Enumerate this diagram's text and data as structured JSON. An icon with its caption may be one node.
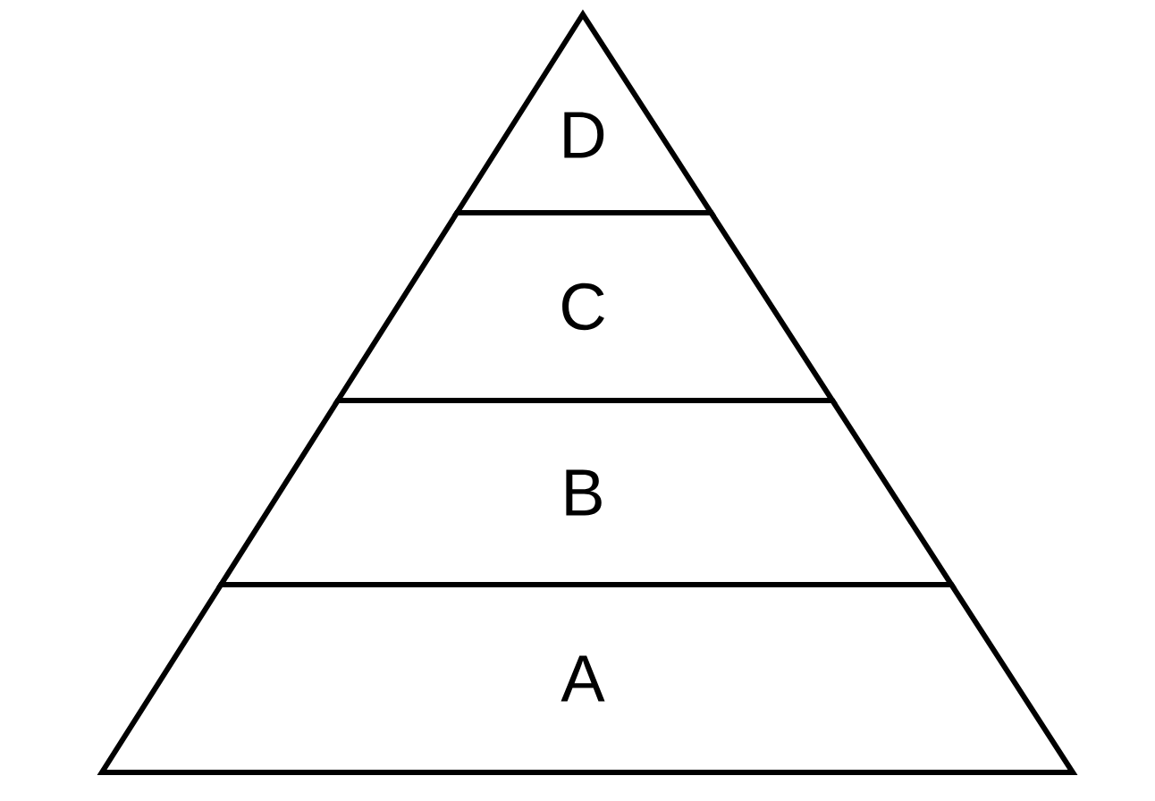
{
  "diagram": {
    "nodes": [
      {
        "text": [
          "D"
        ]
      },
      {
        "text": [
          "C"
        ]
      },
      {
        "text": [
          "B"
        ]
      },
      {
        "text": [
          "A"
        ]
      }
    ]
  }
}
